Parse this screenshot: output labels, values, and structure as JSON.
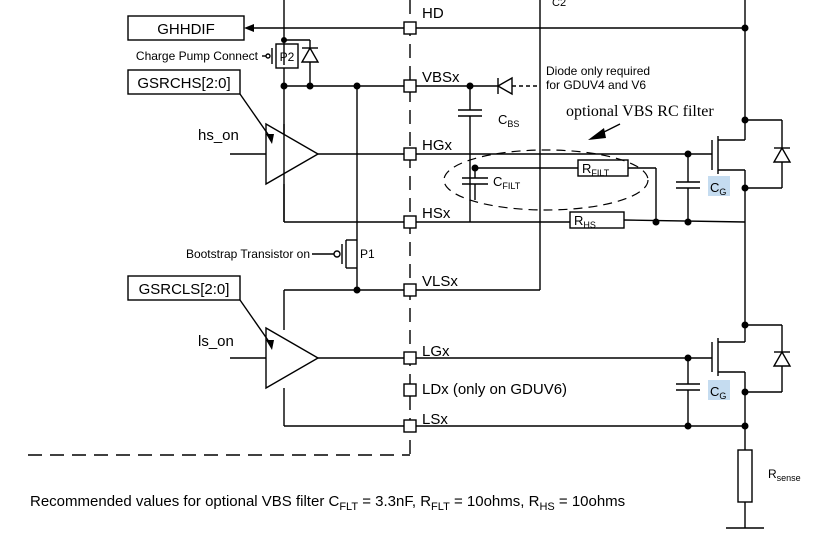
{
  "chip_signals": {
    "hd_output": "GHHDIF",
    "charge_pump": "Charge Pump Connect",
    "p2": "P2",
    "gsrchs": "GSRCHS[2:0]",
    "hs_on": "hs_on",
    "bootstrap": "Bootstrap Transistor on",
    "p1": "P1",
    "gsrcls": "GSRCLS[2:0]",
    "ls_on": "ls_on"
  },
  "pins": [
    {
      "id": "hd",
      "label": "HD"
    },
    {
      "id": "vbs",
      "label": "VBSx"
    },
    {
      "id": "hg",
      "label": "HGx"
    },
    {
      "id": "hs",
      "label": "HSx"
    },
    {
      "id": "vls",
      "label": "VLSx"
    },
    {
      "id": "lg",
      "label": "LGx"
    },
    {
      "id": "ld",
      "label": "LDx (only on GDUV6)"
    },
    {
      "id": "ls",
      "label": "LSx"
    }
  ],
  "external": {
    "c2": "C2",
    "diode_note_1": "Diode only required",
    "diode_note_2": "for GDUV4 and V6",
    "rc_filter_note": "optional VBS RC filter",
    "cbs": "C",
    "cbs_sub": "BS",
    "cfilt": "C",
    "cfilt_sub": "FILT",
    "rfilt": "R",
    "rfilt_sub": "FILT",
    "rhs": "R",
    "rhs_sub": "HS",
    "cg_high": "C",
    "cg_high_sub": "G",
    "cg_low": "C",
    "cg_low_sub": "G",
    "rsense": "R",
    "rsense_sub": "sense"
  },
  "footnote": {
    "prefix": "Recommended values for optional VBS filter C",
    "c_sub": "FLT",
    "c_val": " = 3.3nF, R",
    "r_sub": "FLT",
    "r_val": " = 10ohms, R",
    "rhs_sub": "HS",
    "rhs_val": " = 10ohms"
  },
  "colors": {
    "cg_highlight": "#c5dcf0"
  }
}
